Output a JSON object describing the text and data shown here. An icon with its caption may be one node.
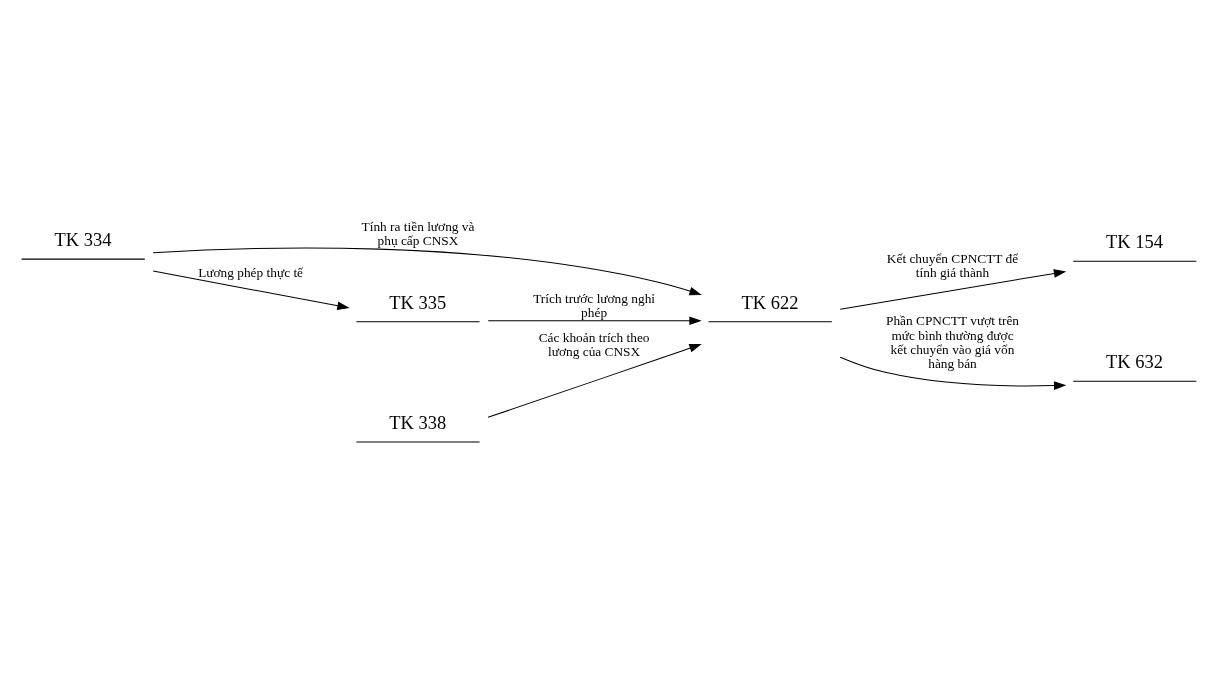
{
  "diagram": {
    "nodes": [
      {
        "text": [
          "TK 334"
        ]
      },
      {
        "text": [
          "TK 622"
        ]
      },
      {
        "text": [
          "TK 154"
        ]
      },
      {
        "text": [
          "TK 335"
        ]
      },
      {
        "text": [
          "TK 338"
        ]
      },
      {
        "text": [
          "TK 632"
        ]
      }
    ],
    "edges": [
      {
        "from": 0,
        "to": 1,
        "arrow": "to",
        "label": "Tính ra tiền lương và phụ cấp CNSX"
      },
      {
        "from": 0,
        "to": 3,
        "arrow": "to",
        "label": "Lương phép thực tế"
      },
      {
        "from": 3,
        "to": 1,
        "arrow": "to",
        "label": "Trích trước lương nghỉ phép"
      },
      {
        "from": 4,
        "to": 1,
        "arrow": "to",
        "label": "Các khoản trích theo lương của CNSX"
      },
      {
        "from": 1,
        "to": 2,
        "arrow": "to",
        "label": "Kết chuyển CPNCTT để tính giá thành"
      },
      {
        "from": 1,
        "to": 5,
        "arrow": "to",
        "label": "Phần CPNCTT vượt trên mức bình thường được kết chuyển vào giá vốn hàng bán"
      }
    ]
  }
}
